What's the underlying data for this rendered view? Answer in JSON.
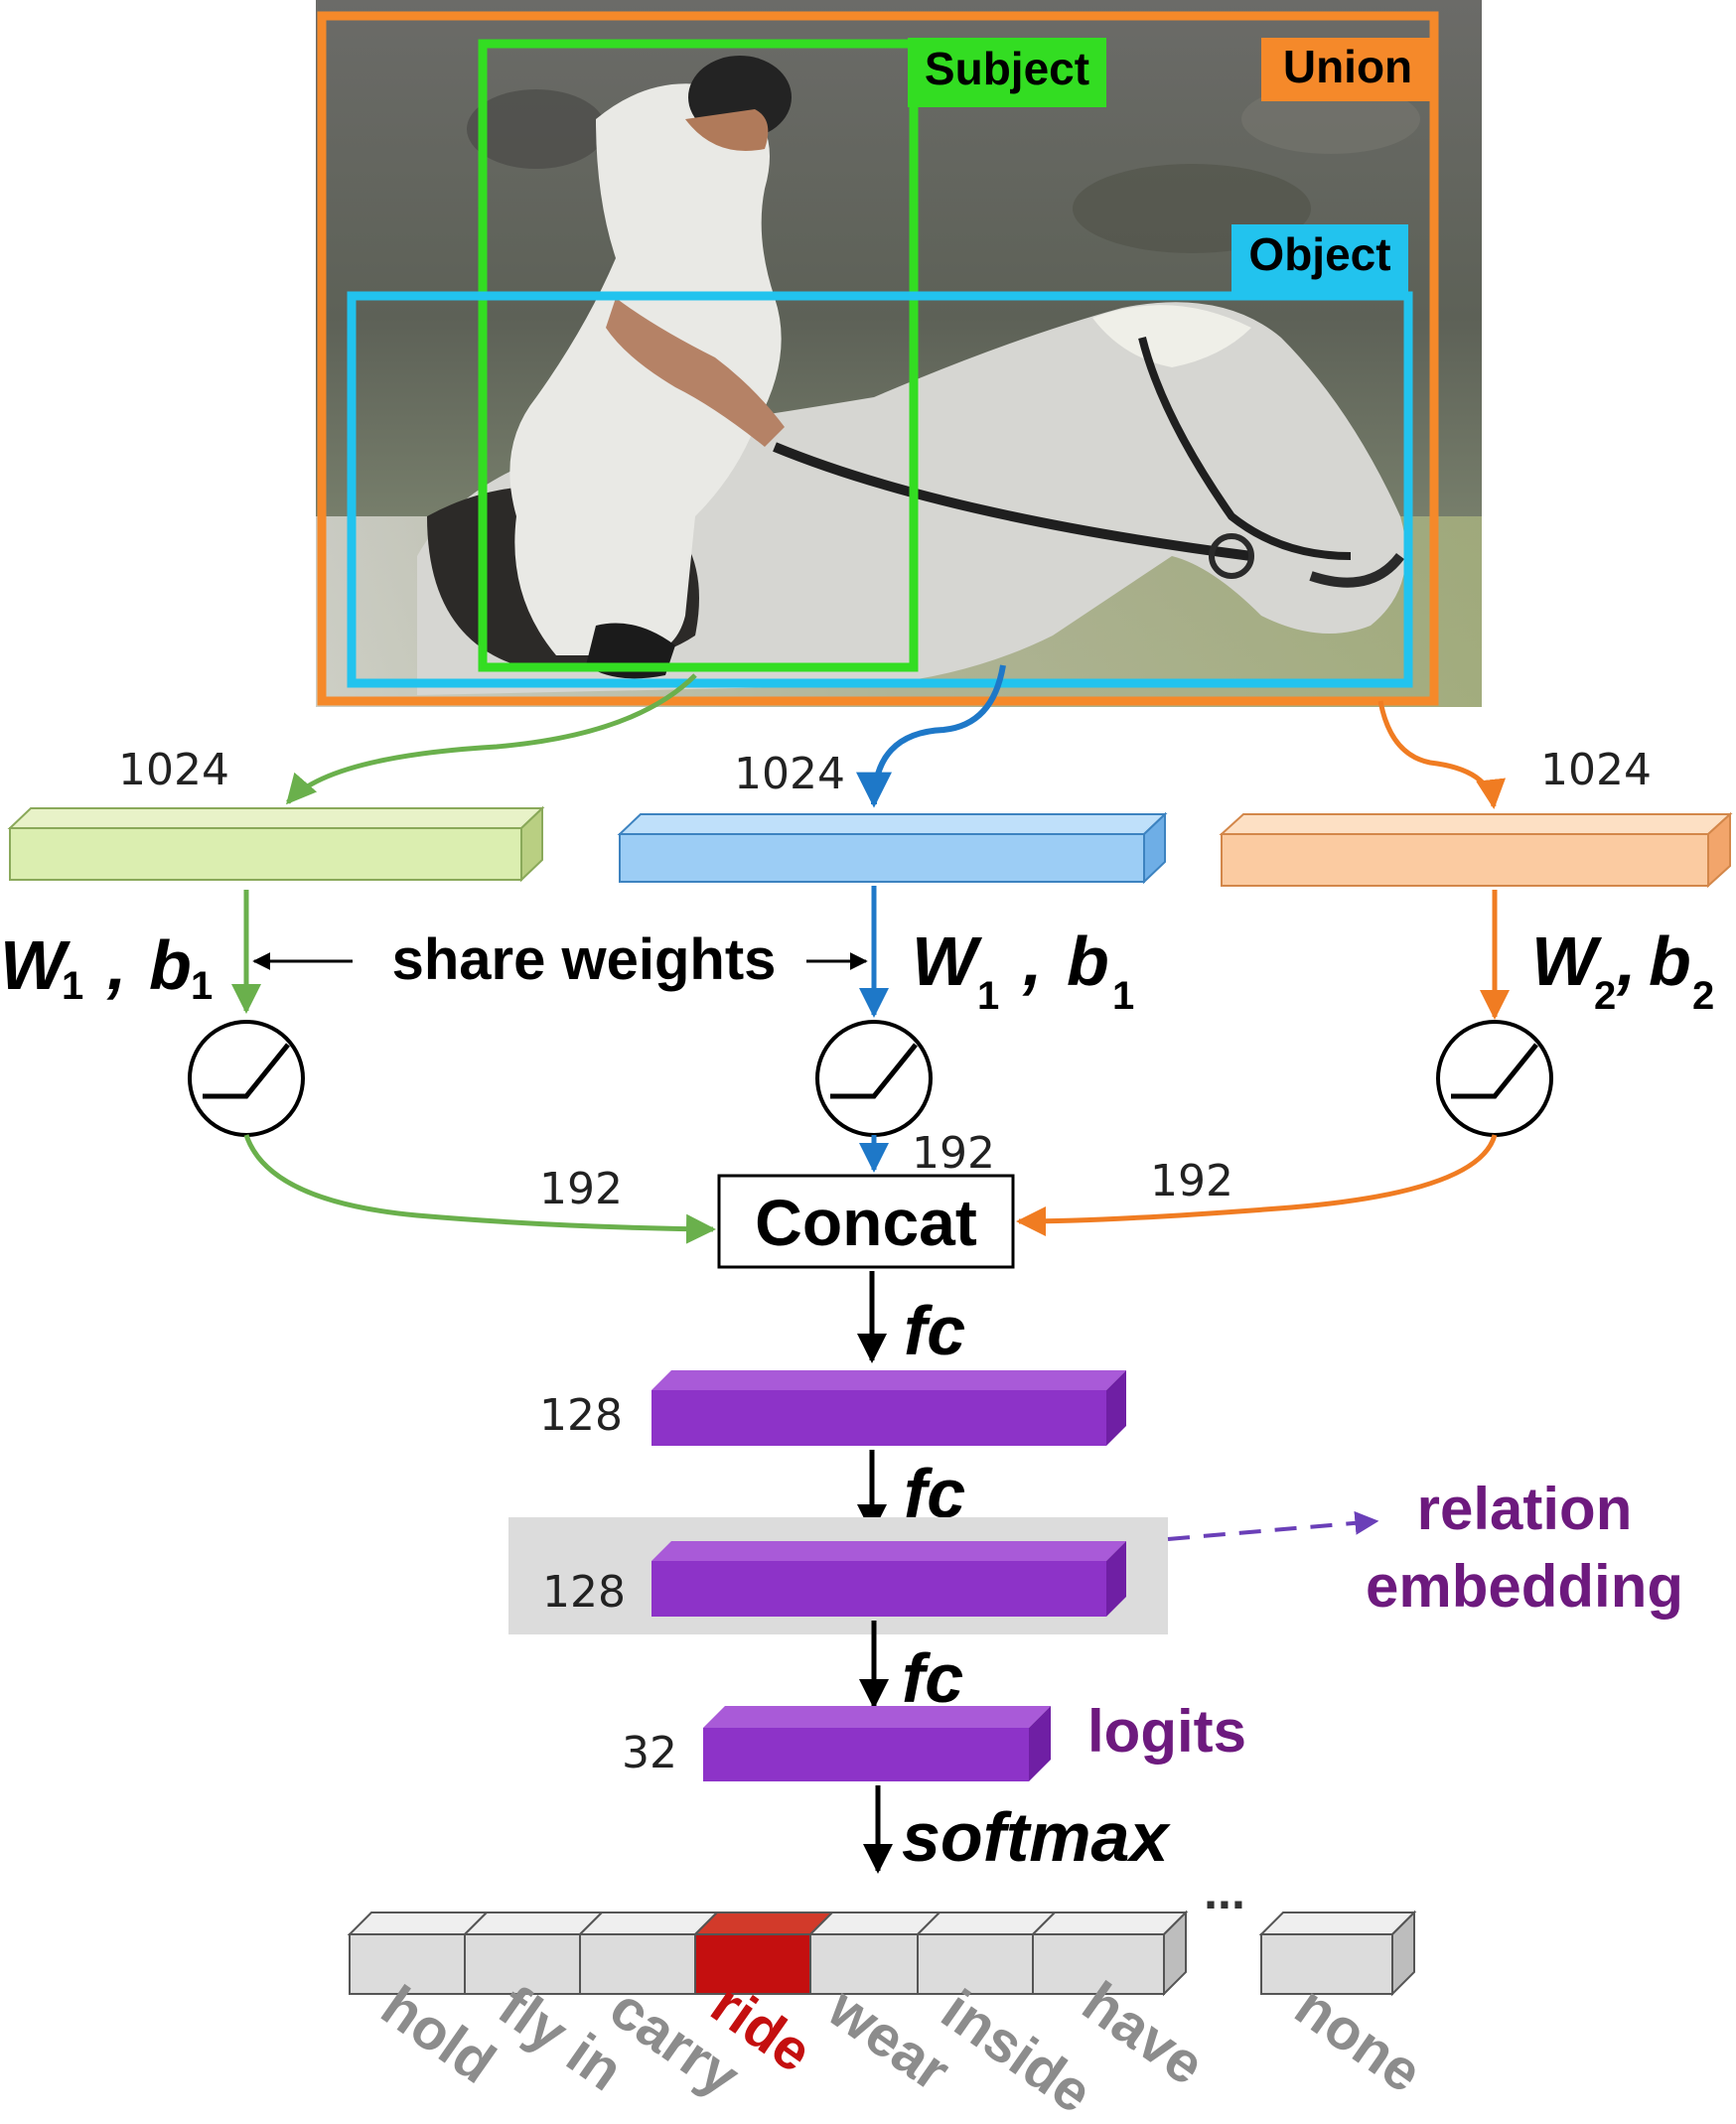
{
  "photo": {
    "box_labels": {
      "subject": "Subject",
      "union": "Union",
      "object": "Object"
    }
  },
  "branches": {
    "subject": {
      "dim": "1024",
      "weight": "W",
      "weight_sub": "1",
      "bias": "b",
      "bias_sub": "1",
      "out_dim": "192"
    },
    "object": {
      "dim": "1024",
      "weight": "W",
      "weight_sub": "1",
      "bias": "b",
      "bias_sub": "1",
      "out_dim": "192"
    },
    "union": {
      "dim": "1024",
      "weight": "W",
      "weight_sub": "2",
      "bias": "b",
      "bias_sub": "2",
      "out_dim": "192"
    },
    "share_label": "share weights",
    "comma": ","
  },
  "head": {
    "concat": "Concat",
    "fc": "fc",
    "layer1_dim": "128",
    "layer2_dim": "128",
    "layer3_dim": "32",
    "relation_line1": "relation",
    "relation_line2": "embedding",
    "logits": "logits",
    "softmax": "softmax",
    "ellipsis": "..."
  },
  "classes": [
    "hold",
    "fly in",
    "carry",
    "ride",
    "wear",
    "inside",
    "have",
    "none"
  ],
  "highlighted_class": "ride",
  "colors": {
    "subject": "#33dd22",
    "union": "#f5892a",
    "object": "#22c3ee",
    "green_bar": "#dbeeb0",
    "blue_bar": "#9ccdf5",
    "orange_bar": "#fbcba1",
    "purple": "#8d33c8",
    "purple_text": "#6d1a7e",
    "red": "#c40f0f",
    "cell": "#dcdcdc",
    "label_gray": "#8c8c8c"
  }
}
